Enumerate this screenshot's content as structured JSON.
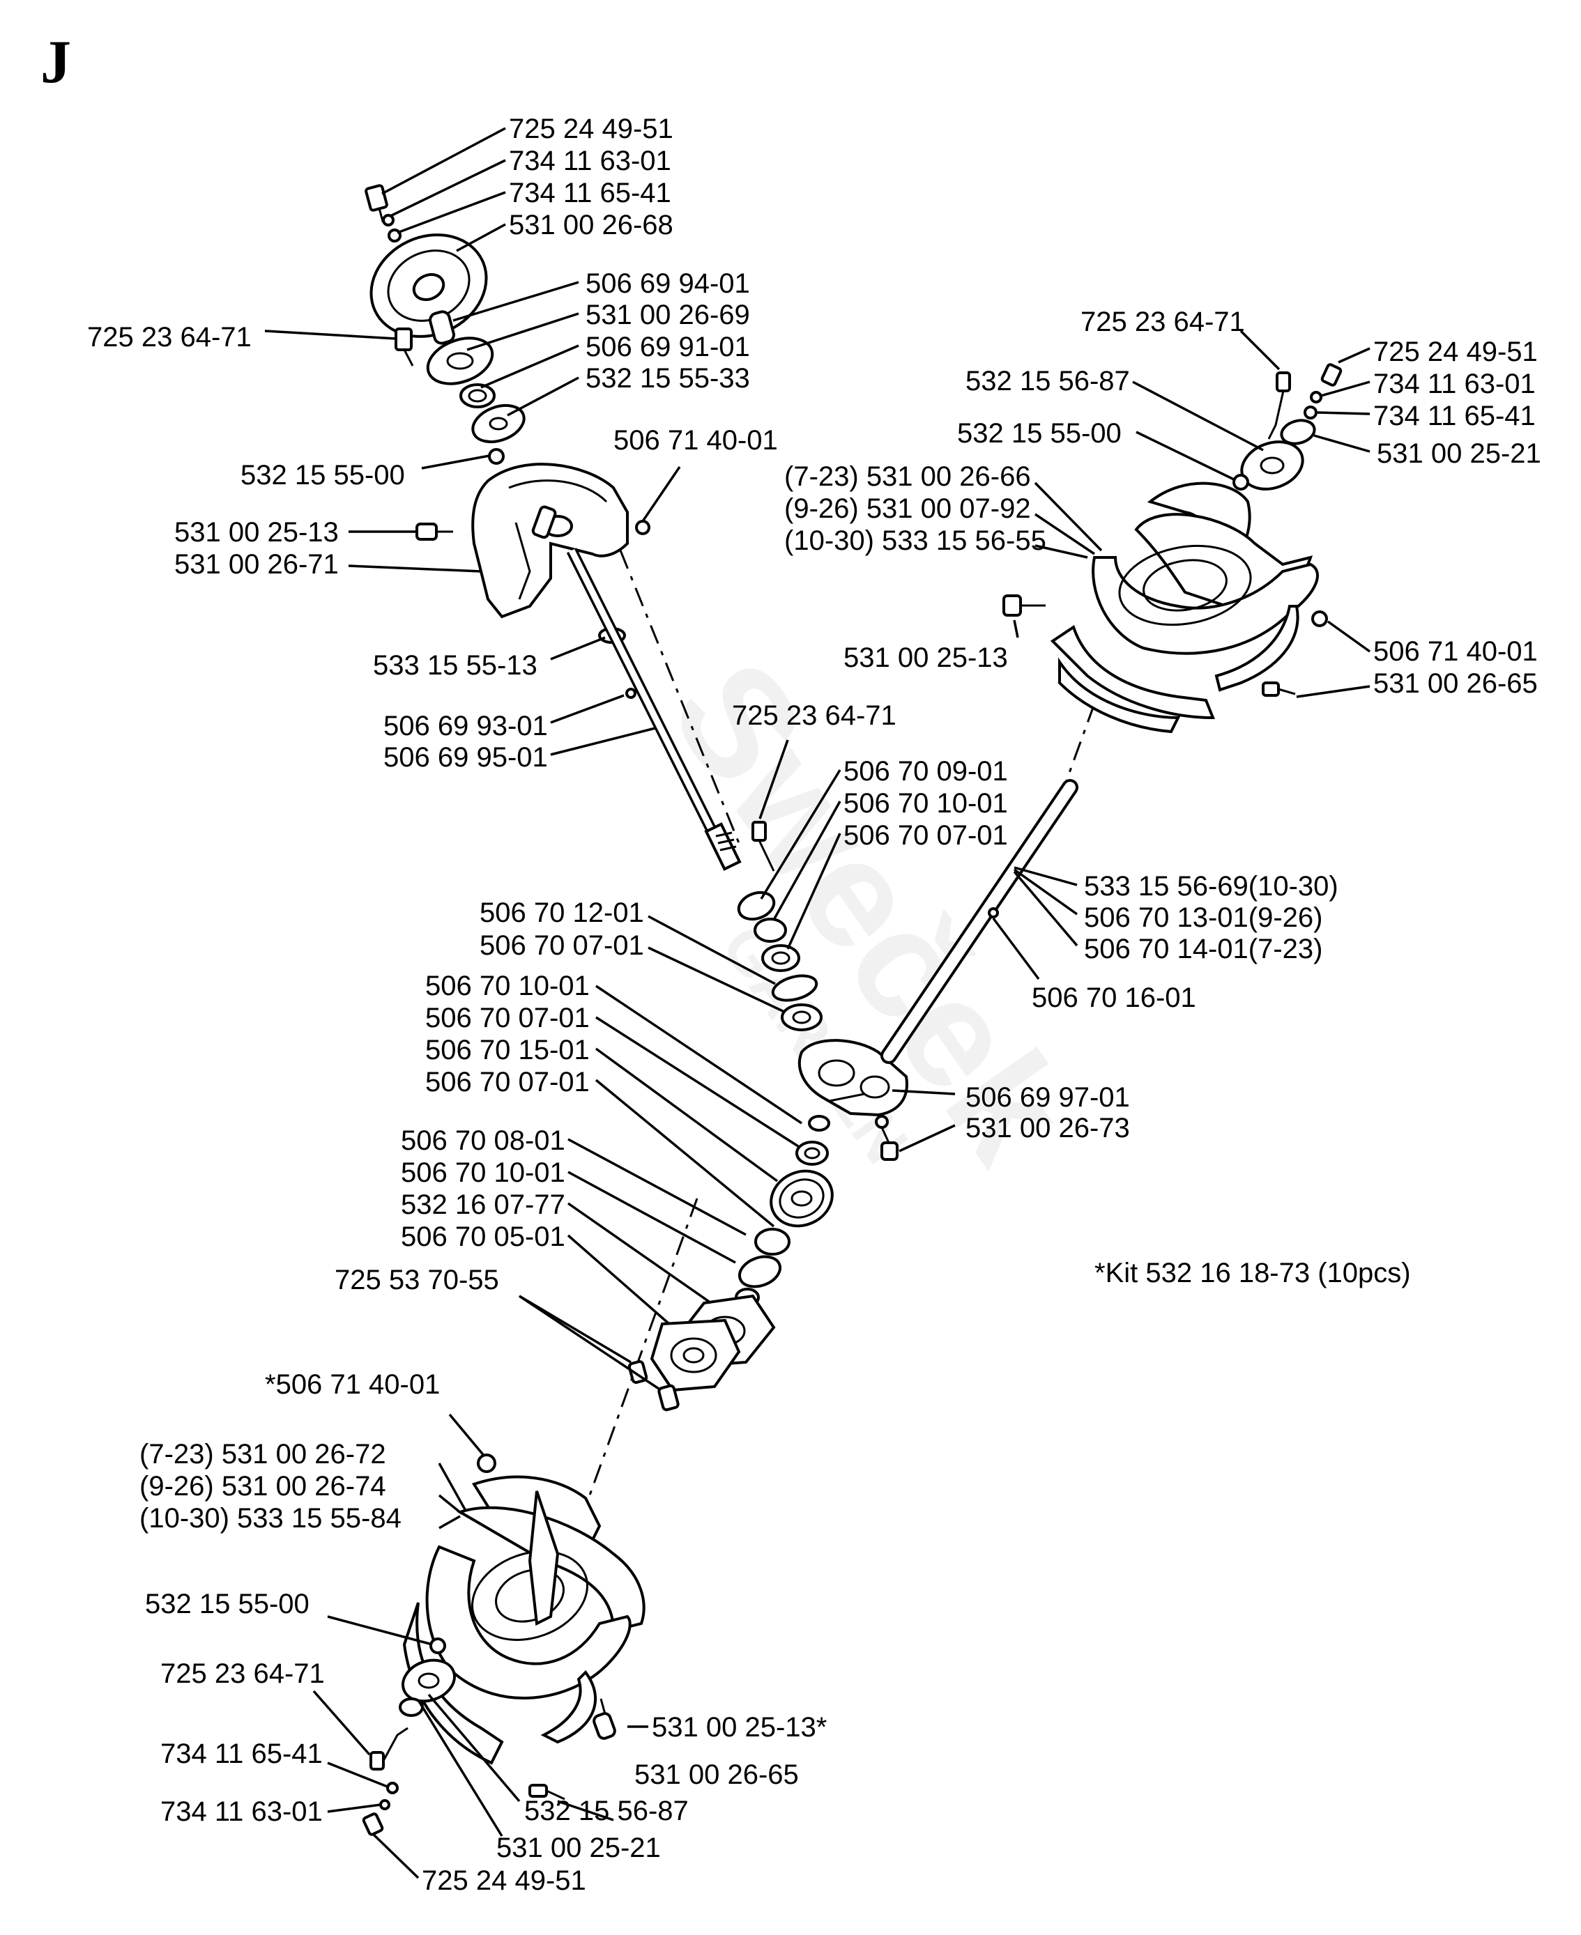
{
  "title": "J",
  "kit_note": "*Kit 532 16 18-73 (10pcs)",
  "watermark": {
    "brand": "Sweček",
    "sub": "GARDEN"
  },
  "labels": {
    "p725_24_49_51_top": "725 24 49-51",
    "p734_11_63_01_top": "734 11 63-01",
    "p734_11_65_41_top": "734 11 65-41",
    "p531_00_26_68": "531 00 26-68",
    "p506_69_94_01": "506 69 94-01",
    "p531_00_26_69": "531 00 26-69",
    "p506_69_91_01": "506 69 91-01",
    "p532_15_55_33": "532 15 55-33",
    "p725_23_64_71_left": "725 23 64-71",
    "p532_15_55_00_top": "532 15 55-00",
    "p506_71_40_01_top": "506 71 40-01",
    "p531_00_25_13_top": "531 00 25-13",
    "p531_00_26_71": "531 00 26-71",
    "p533_15_55_13": "533 15 55-13",
    "p506_69_93_01": "506 69 93-01",
    "p506_69_95_01": "506 69 95-01",
    "p725_23_64_71_mid": "725 23 64-71",
    "p506_70_09_01": "506 70 09-01",
    "p506_70_10_01_a": "506 70 10-01",
    "p506_70_07_01_a": "506 70 07-01",
    "p506_70_12_01": "506 70 12-01",
    "p506_70_07_01_b": "506 70 07-01",
    "p506_70_10_01_b": "506 70 10-01",
    "p506_70_07_01_c": "506 70 07-01",
    "p506_70_15_01": "506 70 15-01",
    "p506_70_07_01_d": "506 70 07-01",
    "p506_70_08_01": "506 70 08-01",
    "p506_70_10_01_c": "506 70 10-01",
    "p532_16_07_77": "532 16 07-77",
    "p506_70_05_01": "506 70 05-01",
    "p725_53_70_55": "725 53 70-55",
    "p506_69_97_01": "506 69 97-01",
    "p531_00_26_73": "531 00 26-73",
    "p725_23_64_71_right": "725 23 64-71",
    "p725_24_49_51_right": "725 24 49-51",
    "p734_11_63_01_right": "734 11 63-01",
    "p734_11_65_41_right": "734 11 65-41",
    "p531_00_25_21_right": "531 00 25-21",
    "p532_15_56_87_right": "532 15 56-87",
    "p532_15_55_00_right": "532 15 55-00",
    "p7_23_531_00_26_66": "(7-23) 531 00 26-66",
    "p9_26_531_00_07_92": "(9-26) 531 00 07-92",
    "p10_30_533_15_56_55": "(10-30) 533 15 56-55",
    "p531_00_25_13_right": "531 00 25-13",
    "p506_71_40_01_right": "506 71 40-01",
    "p531_00_26_65_right": "531 00 26-65",
    "p533_15_56_69": "533 15 56-69(10-30)",
    "p506_70_13_01": "506 70 13-01(9-26)",
    "p506_70_14_01": "506 70 14-01(7-23)",
    "p506_70_16_01": "506 70 16-01",
    "p506_71_40_01_star": "*506 71 40-01",
    "p7_23_531_00_26_72": "(7-23) 531 00 26-72",
    "p9_26_531_00_26_74": "(9-26) 531 00 26-74",
    "p10_30_533_15_55_84": "(10-30) 533 15 55-84",
    "p532_15_55_00_bottom": "532 15 55-00",
    "p725_23_64_71_bottom": "725 23 64-71",
    "p734_11_65_41_bottom": "734 11 65-41",
    "p734_11_63_01_bottom": "734 11 63-01",
    "p725_24_49_51_bottom": "725 24 49-51",
    "p532_15_56_87_bottom": "532 15 56-87",
    "p531_00_25_21_bottom": "531 00 25-21",
    "p531_00_25_13_star": "531 00 25-13*",
    "p531_00_26_65_bottom": "531 00 26-65"
  }
}
